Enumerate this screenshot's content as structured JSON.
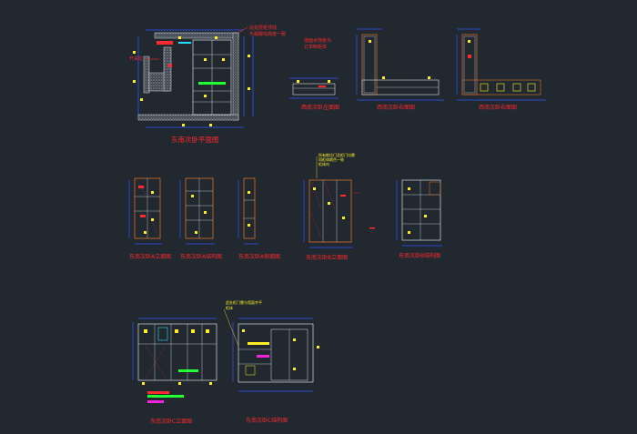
{
  "captions": {
    "plan": "东南次卧平面图",
    "wall_a": "西南次卧左面图",
    "wall_b": "西南次卧右面图",
    "wall_c": "西南次卧右面图",
    "elev_a1": "东南次卧A立面图",
    "elev_a2": "东南次卧A结构图",
    "elev_a3": "东南次卧A侧面图",
    "elev_b": "东南次卧B立面图",
    "elev_b_struct": "东南次卧B结构图",
    "elev_c": "东南次卧C立面图",
    "elev_c_struct": "东南次卧C结构图"
  },
  "notes": {
    "plan_note_1": "此处层柜顶线",
    "plan_note_2": "与踢脚线高度一致",
    "plan_label": "开关位",
    "mid_note_1": "墙面木饰板为",
    "mid_note_2": "订单制柜体",
    "b_note_1": "所有推拉门及柜门均需",
    "b_note_2": "同柜体颜色一致",
    "b_note_3": "柜体内",
    "c_note_1": "此处柜门需与墙面齐平",
    "c_note_2": "柜体"
  },
  "colors": {
    "background": "#212830",
    "line_white": "#d7dce2",
    "dim_blue": "#2f55ff",
    "accent_yellow": "#ffee22",
    "accent_red": "#ff2a2a",
    "accent_green": "#22ff33",
    "accent_magenta": "#ff22dd",
    "accent_cyan": "#22ddff",
    "wood_orange": "#c8682a",
    "hatch_gray": "#9aa3ad"
  }
}
